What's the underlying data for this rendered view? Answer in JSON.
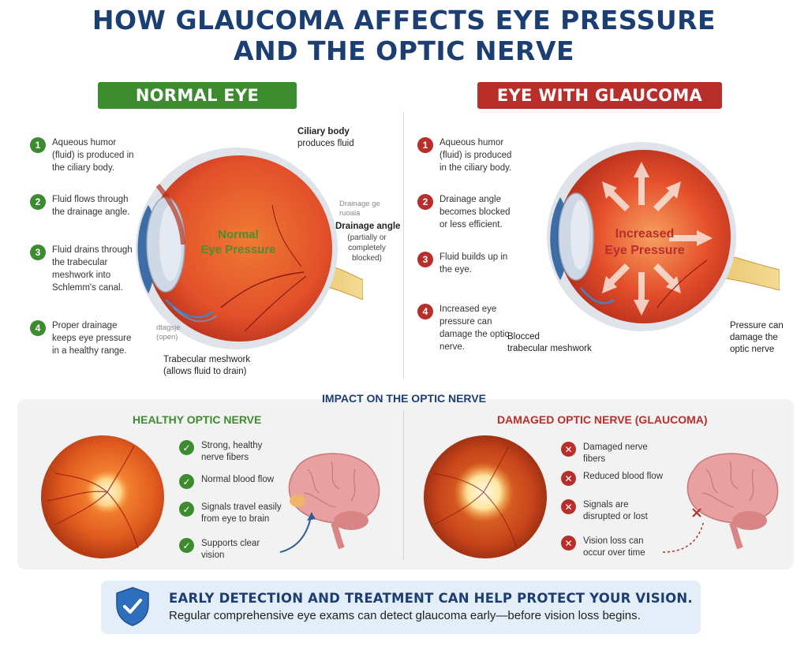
{
  "title": {
    "line1": "HOW GLAUCOMA AFFECTS EYE PRESSURE",
    "line2": "AND THE OPTIC NERVE"
  },
  "normal": {
    "banner": "NORMAL EYE",
    "steps": [
      {
        "num": "1",
        "text": "Aqueous humor (fluid) is produced in the ciliary body."
      },
      {
        "num": "2",
        "text": "Fluid flows through the drainage angle."
      },
      {
        "num": "3",
        "text": "Fluid drains through the trabecular meshwork into Schlemm's canal."
      },
      {
        "num": "4",
        "text": "Proper drainage keeps eye pressure in a healthy range."
      }
    ],
    "center_line1": "Normal",
    "center_line2": "Eye Pressure",
    "ciliary_line1": "Ciliary body",
    "ciliary_line2": "produces fluid",
    "drainage_small_line1": "Drainage ge",
    "drainage_small_line2": "ruoala",
    "drainage_label": "Drainage angle",
    "drainage_note": "(partially or completely blocked)",
    "open_small_line1": "dtagsje",
    "open_small_line2": "(open)",
    "trabecular_line1": "Trabecular meshwork",
    "trabecular_line2": "(allows fluid to drain)",
    "iris_color": "#3c6ea8",
    "eye_color": "#e2502a"
  },
  "glaucoma": {
    "banner": "EYE WITH GLAUCOMA",
    "steps": [
      {
        "num": "1",
        "text": "Aqueous humor (fluid) is produced in the ciliary body."
      },
      {
        "num": "2",
        "text": "Drainage angle becomes blocked or less efficient."
      },
      {
        "num": "3",
        "text": "Fluid builds up in the eye."
      },
      {
        "num": "4",
        "text": "Increased eye pressure can damage the optic nerve."
      }
    ],
    "center_line1": "Increased",
    "center_line2": "Eye Pressure",
    "blocked_line1": "Blocced",
    "blocked_line2": "trabecular meshwork",
    "pressure_label": "Pressure can damage the optic nerve"
  },
  "impact": {
    "heading": "IMPACT ON THE OPTIC NERVE",
    "healthy": {
      "heading": "HEALTHY OPTIC NERVE",
      "items": [
        "Strong, healthy nerve fibers",
        "Normal blood flow",
        "Signals travel easily from eye to brain",
        "Supports clear vision"
      ]
    },
    "damaged": {
      "heading": "DAMAGED OPTIC NERVE (GLAUCOMA)",
      "items": [
        "Damaged nerve fibers",
        "Reduced blood flow",
        "Signals are disrupted or lost",
        "Vision loss can occur over time"
      ]
    }
  },
  "footer": {
    "headline": "EARLY DETECTION AND TREATMENT CAN HELP PROTECT YOUR VISION.",
    "subtext": "Regular comprehensive eye exams can detect glaucoma early—before vision loss begins."
  },
  "colors": {
    "navy": "#1c3f73",
    "green": "#3d8b2f",
    "red": "#b72e2b",
    "footer_bg": "#e3eef9"
  }
}
